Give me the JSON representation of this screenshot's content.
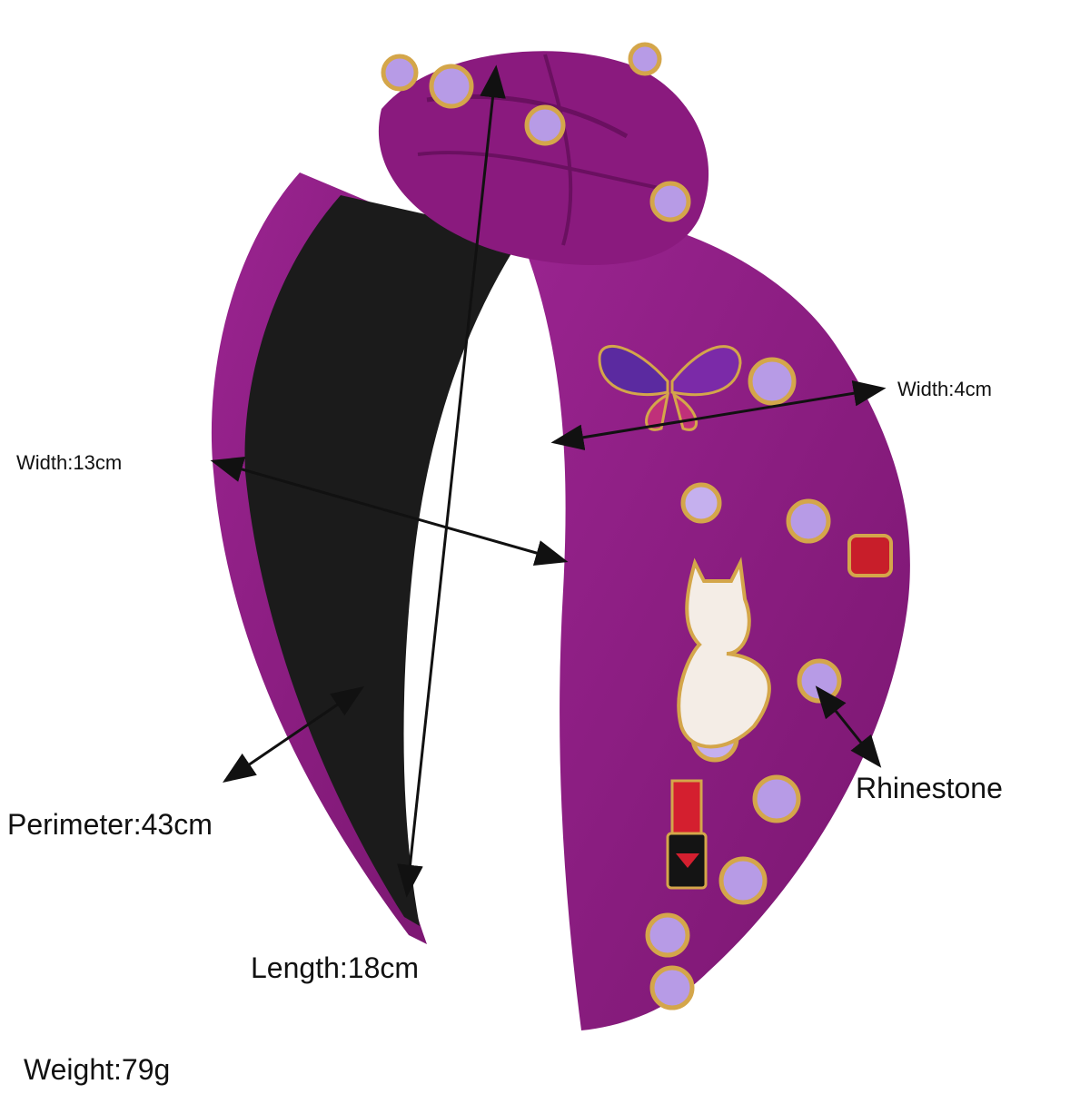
{
  "labels": {
    "width_4": "Width:4cm",
    "width_13": "Width:13cm",
    "rhinestone": "Rhinestone",
    "perimeter": "Perimeter:43cm",
    "length": "Length:18cm",
    "weight": "Weight:79g"
  },
  "colors": {
    "band": "#8e1b82",
    "band_dark": "#6a1060",
    "lining": "#1b1b1b",
    "crystal": "#b79be6",
    "gold": "#d4a64a",
    "background": "#ffffff"
  }
}
